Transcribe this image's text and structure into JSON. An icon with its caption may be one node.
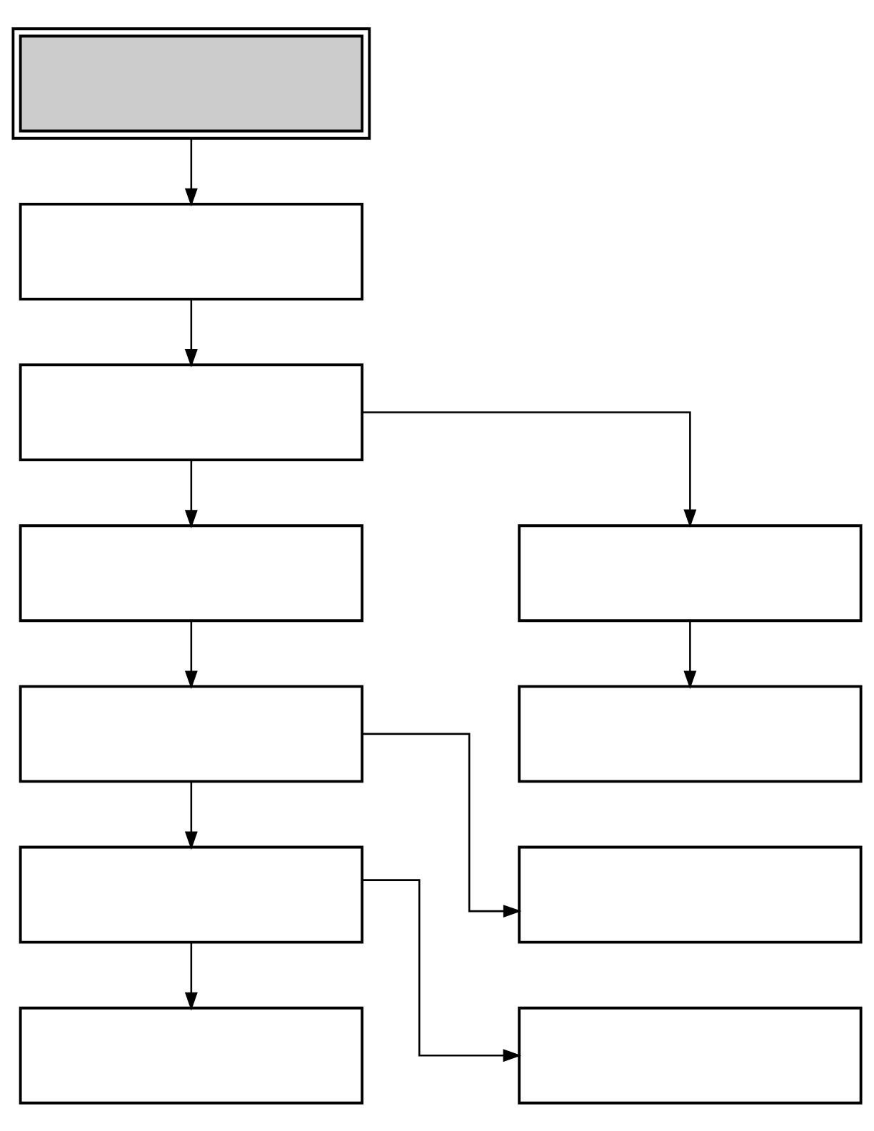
{
  "diagram": {
    "nodes": [
      {
        "text": [],
        "shape": "box"
      },
      {
        "text": [],
        "shape": "box"
      },
      {
        "text": [],
        "shape": "box"
      },
      {
        "text": [],
        "shape": "box"
      },
      {
        "text": [],
        "shape": "box"
      },
      {
        "text": [],
        "shape": "box"
      },
      {
        "text": [],
        "shape": "box"
      },
      {
        "text": [],
        "shape": "box"
      },
      {
        "text": [],
        "shape": "box"
      },
      {
        "text": [],
        "shape": "box"
      },
      {
        "text": [],
        "shape": "box"
      }
    ],
    "edges": [
      {
        "from": 0,
        "to": 1,
        "arrow": "to"
      },
      {
        "from": 1,
        "to": 2,
        "arrow": "to"
      },
      {
        "from": 2,
        "to": 3,
        "arrow": "to"
      },
      {
        "from": 2,
        "to": 4,
        "arrow": "to"
      },
      {
        "from": 3,
        "to": 5,
        "arrow": "to"
      },
      {
        "from": 4,
        "to": 6,
        "arrow": "to"
      },
      {
        "from": 5,
        "to": 7,
        "arrow": "to"
      },
      {
        "from": 5,
        "to": 8,
        "arrow": "to"
      },
      {
        "from": 7,
        "to": 9,
        "arrow": "to"
      },
      {
        "from": 7,
        "to": 10,
        "arrow": "to"
      }
    ]
  }
}
